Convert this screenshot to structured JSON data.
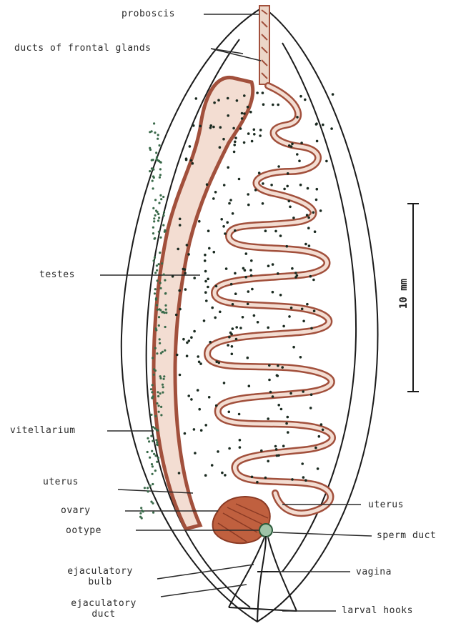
{
  "colors": {
    "outline": "#1a1a1a",
    "uterus_stroke": "#a2503c",
    "uterus_fill": "#f3ddd2",
    "ovary": "#c0603f",
    "dots": "#1a2a20",
    "vitellarium_dots": "#3a6a4a"
  },
  "labels": {
    "proboscis": "proboscis",
    "ducts": "ducts of frontal glands",
    "testes": "testes",
    "vitellarium": "vitellarium",
    "uterus_left": "uterus",
    "ovary": "ovary",
    "ootype": "ootype",
    "ejac_bulb_1": "ejaculatory",
    "ejac_bulb_2": "bulb",
    "ejac_duct_1": "ejaculatory",
    "ejac_duct_2": "duct",
    "uterus_right": "uterus",
    "sperm_duct": "sperm duct",
    "vagina": "vagina",
    "larval_hooks": "larval hooks"
  },
  "scale": {
    "label": "10 mm"
  }
}
